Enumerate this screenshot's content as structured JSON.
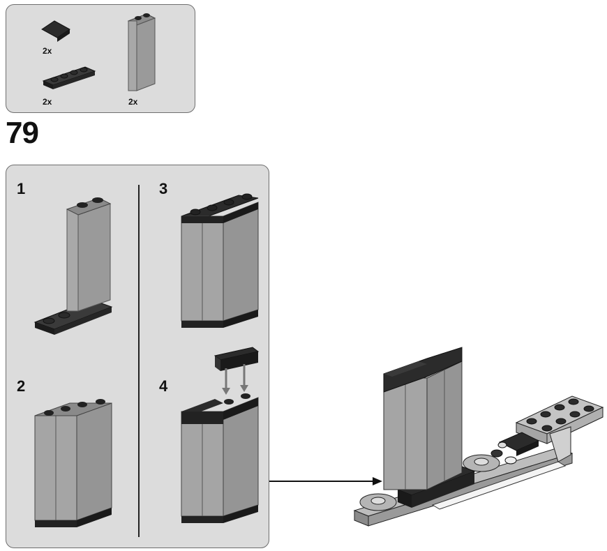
{
  "step": {
    "number": "79"
  },
  "parts_list": {
    "items": [
      {
        "name": "slope-tile-1x2",
        "quantity": "2x"
      },
      {
        "name": "plate-1x4",
        "quantity": "2x"
      },
      {
        "name": "transparent-panel-1x2x5",
        "quantity": "2x"
      }
    ]
  },
  "substeps": [
    {
      "number": "1"
    },
    {
      "number": "2"
    },
    {
      "number": "3"
    },
    {
      "number": "4"
    }
  ],
  "colors": {
    "panel_bg": "#dcdcdc",
    "panel_border": "#6e6e6e",
    "dark_brick": "#2b2b2b",
    "light_brick": "#b9b9b9",
    "transparent_panel": "#9a9a9a"
  }
}
